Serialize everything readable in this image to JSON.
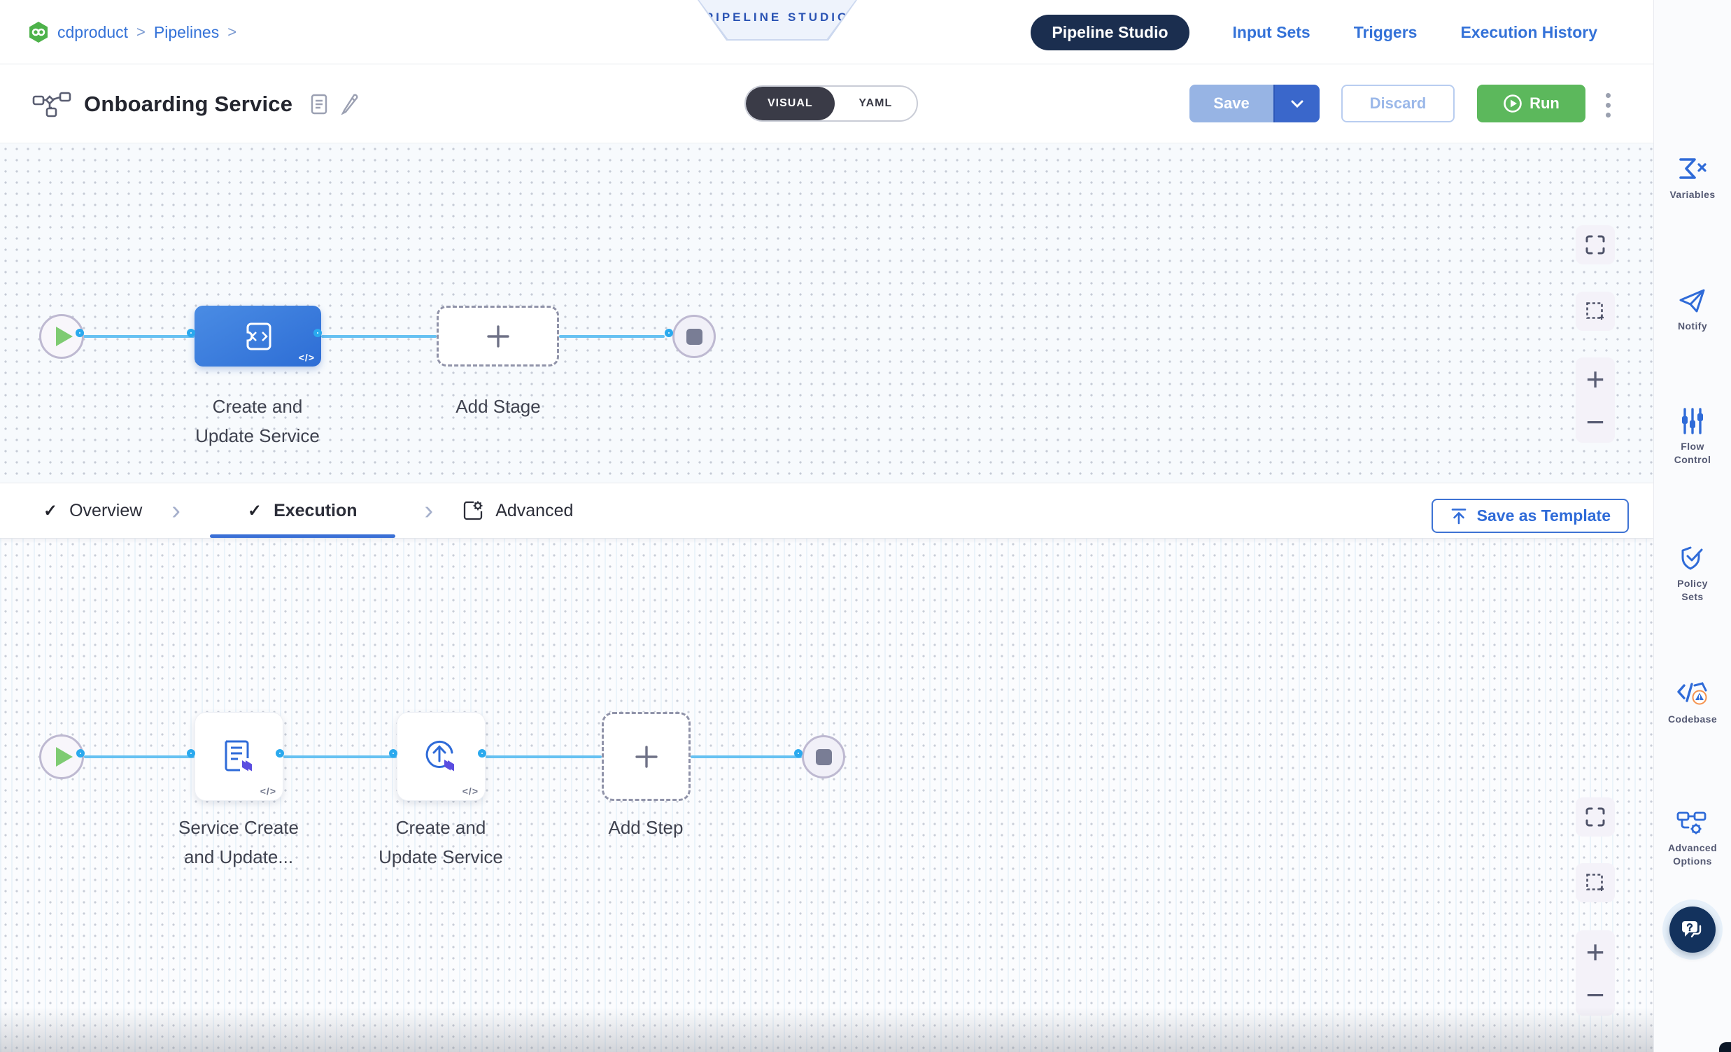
{
  "breadcrumb": {
    "project": "cdproduct",
    "sep": ">",
    "section": "Pipelines"
  },
  "banner": {
    "label": "PIPELINE STUDIO"
  },
  "nav": {
    "tabs": [
      {
        "label": "Pipeline Studio",
        "active": true
      },
      {
        "label": "Input Sets",
        "active": false
      },
      {
        "label": "Triggers",
        "active": false
      },
      {
        "label": "Execution History",
        "active": false
      }
    ]
  },
  "header": {
    "title": "Onboarding Service",
    "visual": "VISUAL",
    "yaml": "YAML",
    "save": "Save",
    "discard": "Discard",
    "run": "Run"
  },
  "stage_canvas": {
    "stage_label1": "Create and",
    "stage_label2": "Update Service",
    "add_stage": "Add Stage",
    "code": "</>"
  },
  "tab_strip": {
    "check": "✓",
    "chevron": "›",
    "overview": "Overview",
    "execution": "Execution",
    "advanced": "Advanced",
    "save_as_template": "Save as Template"
  },
  "step_canvas": {
    "step1_label1": "Service Create",
    "step1_label2": "and Update...",
    "step2_label1": "Create and",
    "step2_label2": "Update Service",
    "add_step": "Add Step",
    "code": "</>"
  },
  "controls": {
    "zoom_in": "+",
    "zoom_out": "−"
  },
  "sidebar": {
    "items": [
      {
        "label": "Variables"
      },
      {
        "label": "Notify"
      },
      {
        "label": "Flow",
        "label2": "Control"
      },
      {
        "label": "Policy",
        "label2": "Sets"
      },
      {
        "label": "Codebase"
      },
      {
        "label": "Advanced",
        "label2": "Options"
      }
    ]
  },
  "colors": {
    "accent_blue": "#3472d8",
    "navy_pill": "#1b2e4f",
    "run_green": "#5cb85c",
    "connector": "#66c1f2",
    "save_disabled": "#97b4e4",
    "save_caret": "#3a67cb",
    "canvas_bg": "#f7fafd",
    "stage_blue": "#3674d9",
    "warning_orange": "#f5924d"
  }
}
